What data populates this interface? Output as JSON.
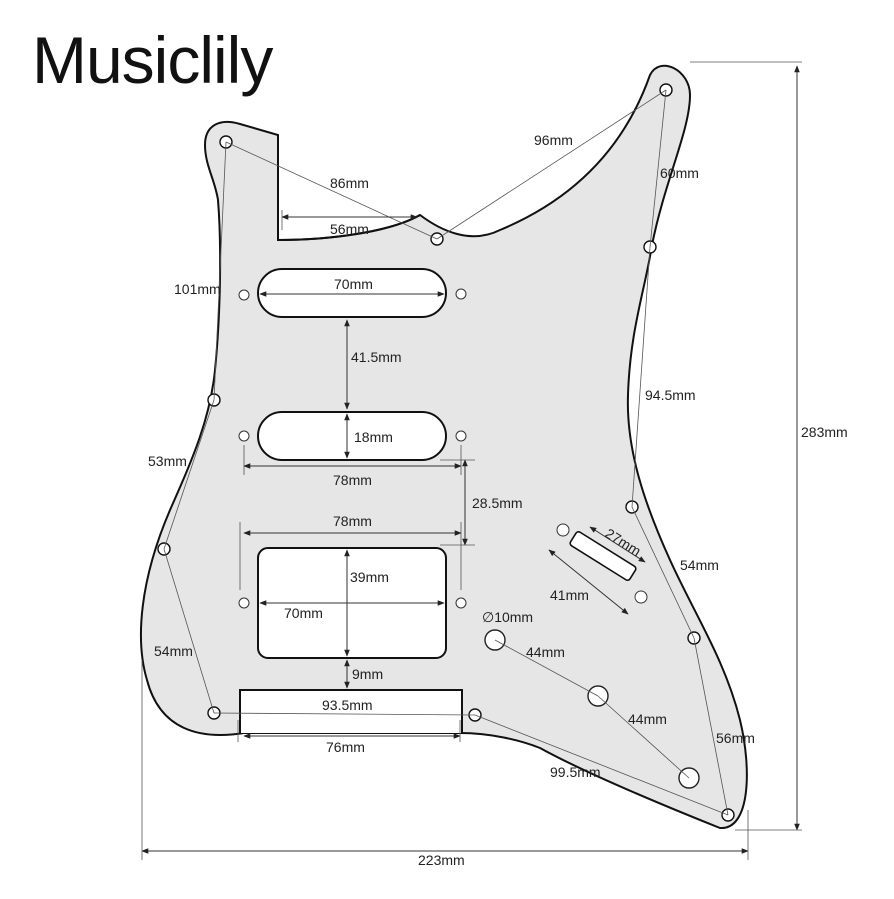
{
  "brand": "Musiclily",
  "labels": {
    "d86": "86mm",
    "d56": "56mm",
    "d96": "96mm",
    "d60": "60mm",
    "d101": "101mm",
    "d70a": "70mm",
    "d41_5": "41.5mm",
    "d18": "18mm",
    "d78a": "78mm",
    "d28_5": "28.5mm",
    "d78b": "78mm",
    "d39": "39mm",
    "d70b": "70mm",
    "d9": "9mm",
    "d93_5": "93.5mm",
    "d76": "76mm",
    "d53": "53mm",
    "d54a": "54mm",
    "d94_5": "94.5mm",
    "d54b": "54mm",
    "d27": "27mm",
    "d41": "41mm",
    "d10": "∅10mm",
    "d44a": "44mm",
    "d44b": "44mm",
    "d56b": "56mm",
    "d99_5": "99.5mm",
    "d283": "283mm",
    "d223": "223mm"
  },
  "colors": {
    "pickguard_fill": "#e6e6e6",
    "outline": "#111111",
    "dimension": "#333333"
  }
}
